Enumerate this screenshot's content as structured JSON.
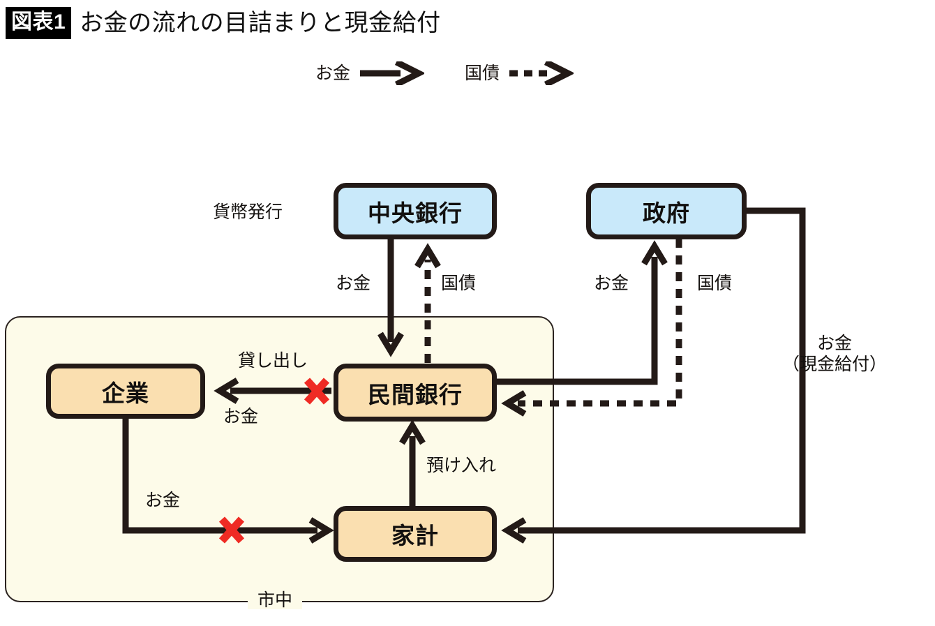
{
  "figure": {
    "badge": "図表1",
    "title": "お金の流れの目詰まりと現金給付"
  },
  "legend": {
    "items": [
      {
        "label": "お金",
        "style": "solid-arrow"
      },
      {
        "label": "国債",
        "style": "dashed-arrow"
      }
    ]
  },
  "colors": {
    "node_blue_fill": "#c9e9fa",
    "node_orange_fill": "#fadfb0",
    "market_fill": "#fdfbe9",
    "stroke": "#231a17",
    "blocked_mark": "#ef2b24",
    "background": "#ffffff"
  },
  "nodes": [
    {
      "id": "central-bank",
      "label": "中央銀行",
      "type": "blue"
    },
    {
      "id": "government",
      "label": "政府",
      "type": "blue"
    },
    {
      "id": "private-bank",
      "label": "民間銀行",
      "type": "orange"
    },
    {
      "id": "company",
      "label": "企業",
      "type": "orange"
    },
    {
      "id": "household",
      "label": "家計",
      "type": "orange"
    }
  ],
  "container": {
    "id": "market",
    "label": "市中"
  },
  "annotations": {
    "currency_issue": "貨幣発行",
    "cb_to_bank_money": "お金",
    "bank_to_cb_bonds": "国債",
    "bank_to_gov_money": "お金",
    "gov_to_bank_bonds": "国債",
    "bank_to_company_lending": "貸し出し",
    "bank_to_company_money": "お金",
    "company_to_household_money": "お金",
    "household_to_bank_deposit": "預け入れ",
    "gov_cash_benefit_line1": "お金",
    "gov_cash_benefit_line2": "（現金給付）"
  },
  "blocked_flows": [
    {
      "from": "private-bank",
      "to": "company",
      "marker": "✕"
    },
    {
      "from": "company",
      "to": "household",
      "marker": "✕"
    }
  ]
}
